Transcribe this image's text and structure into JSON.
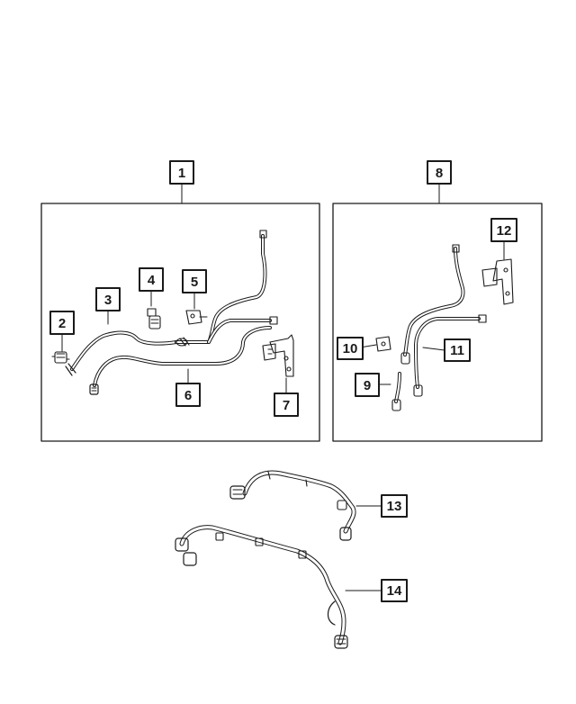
{
  "callouts": [
    {
      "id": "c1",
      "label": "1"
    },
    {
      "id": "c2",
      "label": "2"
    },
    {
      "id": "c3",
      "label": "3"
    },
    {
      "id": "c4",
      "label": "4"
    },
    {
      "id": "c5",
      "label": "5"
    },
    {
      "id": "c6",
      "label": "6"
    },
    {
      "id": "c7",
      "label": "7"
    },
    {
      "id": "c8",
      "label": "8"
    },
    {
      "id": "c9",
      "label": "9"
    },
    {
      "id": "c10",
      "label": "10"
    },
    {
      "id": "c11",
      "label": "11"
    },
    {
      "id": "c12",
      "label": "12"
    },
    {
      "id": "c13",
      "label": "13"
    },
    {
      "id": "c14",
      "label": "14"
    }
  ],
  "colors": {
    "line": "#1a1a1a",
    "paper": "#ffffff"
  }
}
